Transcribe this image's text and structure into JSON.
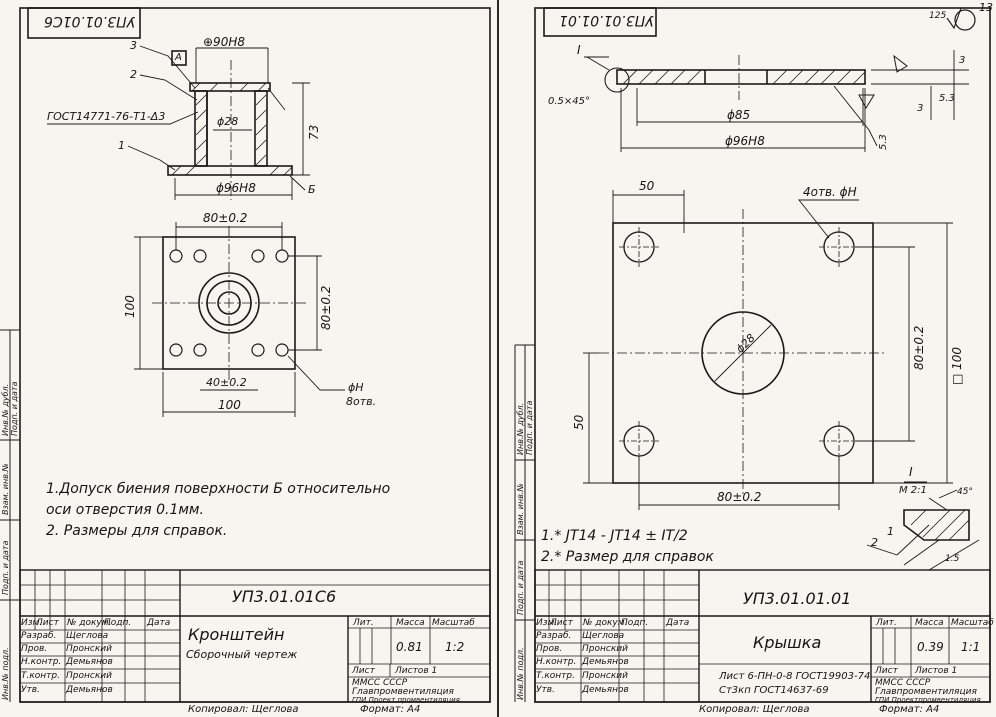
{
  "left": {
    "stamp_code": "УП3.01.01С6",
    "callouts": [
      "3",
      "2",
      "1",
      "Б"
    ],
    "base_mark": "А",
    "dim_top": "⊕90Н8",
    "standard_ref": "ГОСТ14771-76-Т1-Δ3",
    "dim_inner_dia": "ϕ28",
    "dim_height": "73",
    "dim_base_dia": "ϕ96Н8",
    "dim_width": "80±0.2",
    "dim_side": "100",
    "dim_right": "80±0.2",
    "dim_bottom_small": "40±0.2",
    "dim_bottom": "100",
    "holes_note_1": "ϕН",
    "holes_note_2": "8отв.",
    "notes": [
      "1.Допуск биения поверхности Б относительно",
      "оси отверстия 0.1мм.",
      "2. Размеры для справок."
    ],
    "title_block": {
      "code": "УП3.01.01С6",
      "name": "Кронштейн",
      "subname": "Сборочный чертеж",
      "col_lit": "Лит.",
      "col_mass": "Масса",
      "col_scale": "Масштаб",
      "mass": "0.81",
      "scale": "1:2",
      "sheet_label": "Лист",
      "sheets_label": "Листов 1",
      "org_line1": "ММСС  СССР",
      "org_line2": "Главпромвентиляция",
      "org_line3": "ГПИ Проект промвентиляция",
      "rows_head": [
        "Изм.",
        "Лист",
        "№ докум.",
        "Подп.",
        "Дата"
      ],
      "roles": [
        "Разраб.",
        "Пров.",
        "Н.контр.",
        "Т.контр.",
        "Утв."
      ],
      "people": [
        "Щеглова",
        "Пронский",
        "Демьянов",
        "Пронский",
        "Демьянов"
      ]
    },
    "copied_by": "Копировал: Щеглова",
    "format": "Формат: А4",
    "side_labels": [
      "Инв.№ подл.",
      "Подп. и дата",
      "Взам. инв.№",
      "Инв.№ дубл.",
      "Подп. и дата"
    ]
  },
  "right": {
    "page_num": "13",
    "stamp_code": "УП3.01.01.01",
    "roughness": "125",
    "detail_mark": "I",
    "chamfer": "0.5×45°",
    "dim_85": "ϕ85",
    "dim_96": "ϕ96Н8",
    "dim_53": "5.3",
    "dim_53b": "5.3",
    "dim_3": "3",
    "dim_top_right": "3",
    "dim_50_top": "50",
    "holes_note": "4отв. ϕН",
    "dim_center": "ϕ28",
    "dim_right_inner": "80±0.2",
    "dim_square": "□ 100",
    "dim_50_left": "50",
    "dim_bottom": "80±0.2",
    "detail_title": "I",
    "detail_scale": "М 2:1",
    "detail_angle": "45°",
    "detail_callouts": [
      "2",
      "1",
      "1.5"
    ],
    "notes": [
      "1.* ЈТ14 - ЈТ14 ± IT/2",
      "2.* Размер для справок"
    ],
    "title_block": {
      "code": "УП3.01.01.01",
      "name": "Крышка",
      "col_lit": "Лит.",
      "col_mass": "Масса",
      "col_scale": "Масштаб",
      "mass": "0.39",
      "scale": "1:1",
      "sheet_label": "Лист",
      "sheets_label": "Листов 1",
      "material_1": "Лист 6-ПН-0-8 ГОСТ19903-74",
      "material_2": "Ст3кп ГОСТ14637-69",
      "org_line1": "ММСС  СССР",
      "org_line2": "Главпромвентиляция",
      "org_line3": "ГПИ Проектпромвентиляция",
      "rows_head": [
        "Изм.",
        "Лист",
        "№ докум.",
        "Подп.",
        "Дата"
      ],
      "roles": [
        "Разраб.",
        "Пров.",
        "Н.контр.",
        "Т.контр.",
        "Утв."
      ],
      "people": [
        "Щеглова",
        "Пронский",
        "Демьянов",
        "Пронский",
        "Демьянов"
      ]
    },
    "copied_by": "Копировал: Щеглова",
    "format": "Формат: А4",
    "side_labels": [
      "Инв.№ подл.",
      "Подп. и дата",
      "Взам. инв.№",
      "Инв.№ дубл.",
      "Подп. и дата"
    ]
  }
}
